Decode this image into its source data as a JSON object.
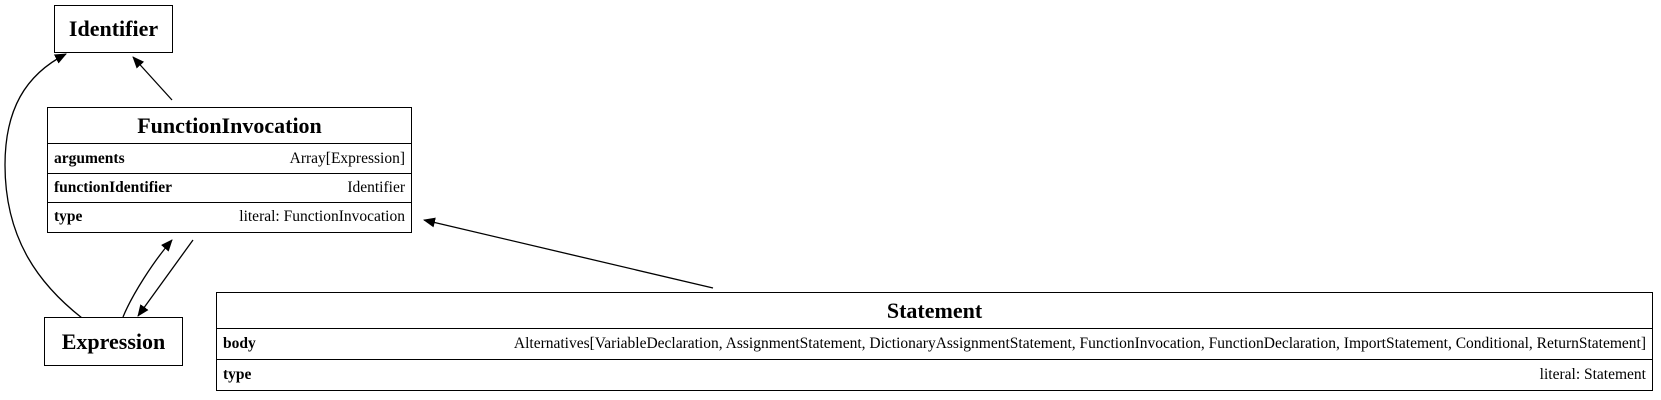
{
  "nodes": {
    "identifier": {
      "title": "Identifier"
    },
    "function_invocation": {
      "title": "FunctionInvocation",
      "fields": [
        {
          "name": "arguments",
          "type": "Array[Expression]"
        },
        {
          "name": "functionIdentifier",
          "type": "Identifier"
        },
        {
          "name": "type",
          "type": "literal: FunctionInvocation"
        }
      ]
    },
    "expression": {
      "title": "Expression"
    },
    "statement": {
      "title": "Statement",
      "fields": [
        {
          "name": "body",
          "type": "Alternatives[VariableDeclaration, AssignmentStatement, DictionaryAssignmentStatement, FunctionInvocation, FunctionDeclaration, ImportStatement, Conditional, ReturnStatement]"
        },
        {
          "name": "type",
          "type": "literal: Statement"
        }
      ]
    }
  },
  "edges": [
    {
      "from": "Expression",
      "to": "Identifier"
    },
    {
      "from": "FunctionInvocation",
      "to": "Identifier"
    },
    {
      "from": "Expression",
      "to": "FunctionInvocation"
    },
    {
      "from": "FunctionInvocation",
      "to": "Expression"
    },
    {
      "from": "Statement",
      "to": "FunctionInvocation"
    }
  ]
}
